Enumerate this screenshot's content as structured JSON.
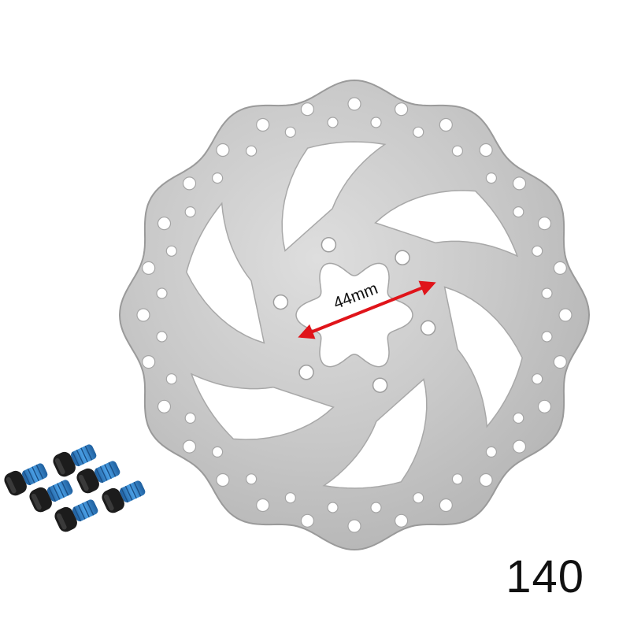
{
  "product": {
    "measurement_label": "44mm",
    "size_label": "140"
  },
  "colors": {
    "background": "#ffffff",
    "rotor_metal": "#c9c9c9",
    "rotor_edge": "#9a9a9a",
    "arrow": "#e0141a",
    "screw_body": "#1c1c1c",
    "screw_thread": "#2f7fc8",
    "label_text": "#111111"
  },
  "icons": {
    "rotor": "brake-disc-rotor-image",
    "screws": "mounting-bolt-image",
    "measure": "double-headed-arrow"
  }
}
